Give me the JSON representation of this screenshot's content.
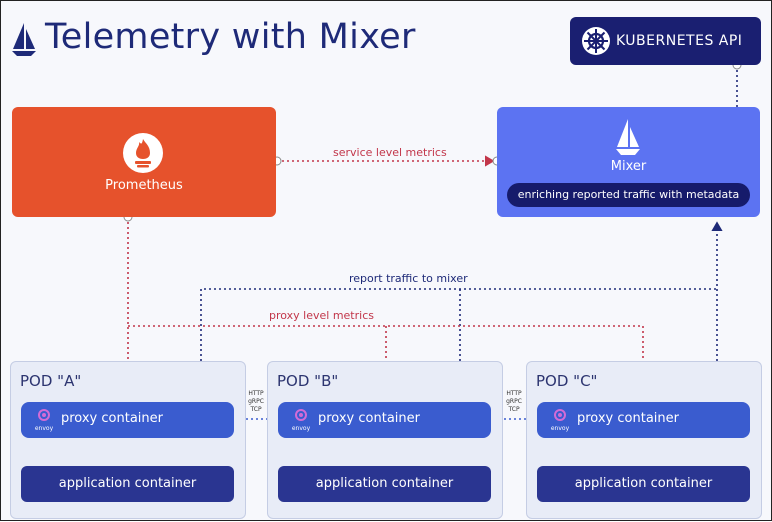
{
  "title": "Telemetry with Mixer",
  "kubernetes": {
    "label": "KUBERNETES API"
  },
  "prometheus": {
    "label": "Prometheus"
  },
  "mixer": {
    "label": "Mixer",
    "pill": "enriching reported traffic with metadata"
  },
  "edges": {
    "service_metrics": "service level metrics",
    "report_traffic": "report traffic to mixer",
    "proxy_metrics": "proxy level metrics"
  },
  "protocol": {
    "line1": "HTTP",
    "line2": "gRPC",
    "line3": "TCP"
  },
  "pods": [
    {
      "label": "POD \"A\"",
      "proxy": "proxy container",
      "envoy": "envoy",
      "app": "application container"
    },
    {
      "label": "POD \"B\"",
      "proxy": "proxy container",
      "envoy": "envoy",
      "app": "application container"
    },
    {
      "label": "POD \"C\"",
      "proxy": "proxy container",
      "envoy": "envoy",
      "app": "application container"
    }
  ],
  "colors": {
    "prometheus": "#e6522c",
    "mixer": "#5c73f2",
    "navy": "#1a1f71",
    "proxy": "#3a5ccf",
    "metrics_line": "#c2364a",
    "report_line": "#1e2a78"
  },
  "icons": [
    "istio-sail-icon",
    "kubernetes-helm-icon",
    "prometheus-flame-icon",
    "envoy-icon"
  ]
}
